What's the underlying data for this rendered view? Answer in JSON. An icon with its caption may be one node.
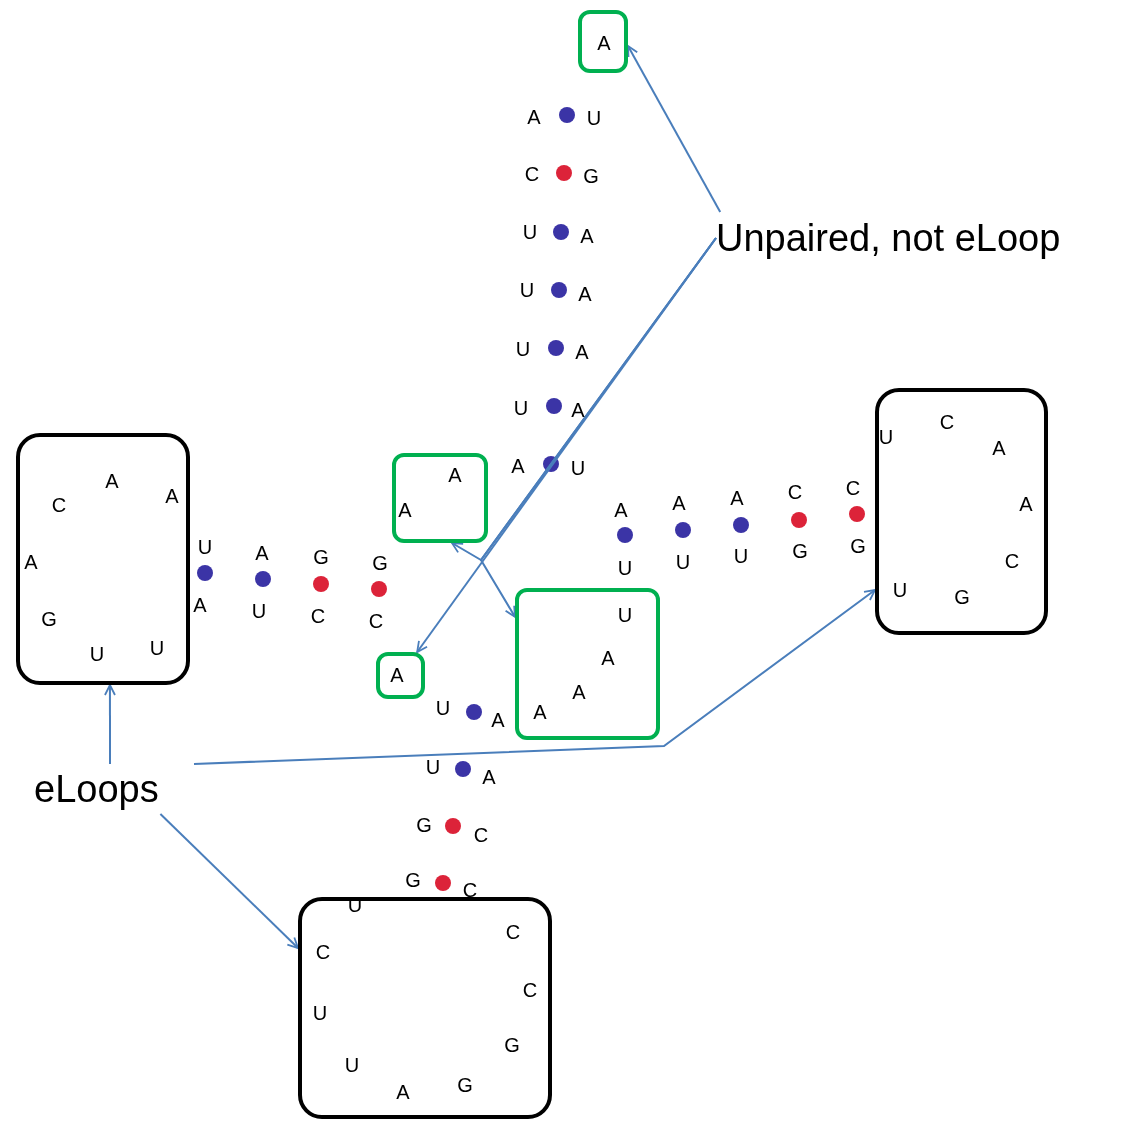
{
  "diagram": {
    "nodes": [
      {
        "text": [
          "A"
        ]
      },
      {
        "text": [
          "Unpaired, not eLoop"
        ]
      },
      {
        "text": [
          "A",
          "A"
        ]
      },
      {
        "text": [
          "A"
        ]
      },
      {
        "text": [
          "U",
          "A",
          "A",
          "A"
        ]
      },
      {
        "text": [
          "A",
          "A",
          "C",
          "A",
          "G",
          "U",
          "U"
        ]
      },
      {
        "text": [
          "C",
          "U",
          "A",
          "A",
          "C",
          "U",
          "G"
        ]
      },
      {
        "text": [
          "U",
          "C",
          "C",
          "C",
          "U",
          "G",
          "U",
          "G",
          "A"
        ]
      },
      {
        "text": [
          "eLoops"
        ]
      }
    ],
    "edges": [
      {
        "from": 1,
        "to": 0,
        "arrow": "to"
      },
      {
        "from": 1,
        "to": 2,
        "arrow": "to"
      },
      {
        "from": 1,
        "to": 3,
        "arrow": "to"
      },
      {
        "from": 1,
        "to": 4,
        "arrow": "to"
      },
      {
        "from": 8,
        "to": 5,
        "arrow": "to"
      },
      {
        "from": 8,
        "to": 6,
        "arrow": "to"
      },
      {
        "from": 8,
        "to": 7,
        "arrow": "to"
      }
    ],
    "labels": [
      "A",
      "U",
      "C",
      "G",
      "U",
      "A",
      "U",
      "A",
      "U",
      "A",
      "U",
      "A",
      "A",
      "U",
      "U",
      "A",
      "G",
      "G",
      "A",
      "U",
      "C",
      "C",
      "A",
      "A",
      "A",
      "C",
      "C",
      "U",
      "U",
      "U",
      "G",
      "G",
      "U",
      "A",
      "U",
      "A",
      "G",
      "C",
      "G",
      "C"
    ]
  }
}
